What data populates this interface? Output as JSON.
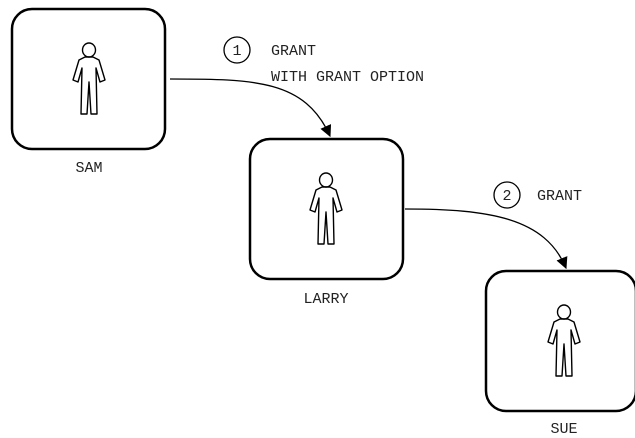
{
  "users": [
    {
      "id": "sam",
      "label": "SAM"
    },
    {
      "id": "larry",
      "label": "LARRY"
    },
    {
      "id": "sue",
      "label": "SUE"
    }
  ],
  "grants": [
    {
      "step": "1",
      "from": "SAM",
      "to": "LARRY",
      "lines": [
        "GRANT",
        "WITH GRANT OPTION"
      ]
    },
    {
      "step": "2",
      "from": "LARRY",
      "to": "SUE",
      "lines": [
        "GRANT"
      ]
    }
  ],
  "icons": {
    "user": "person-icon"
  },
  "colors": {
    "stroke": "#000000",
    "text": "#222222",
    "background": "#ffffff"
  }
}
